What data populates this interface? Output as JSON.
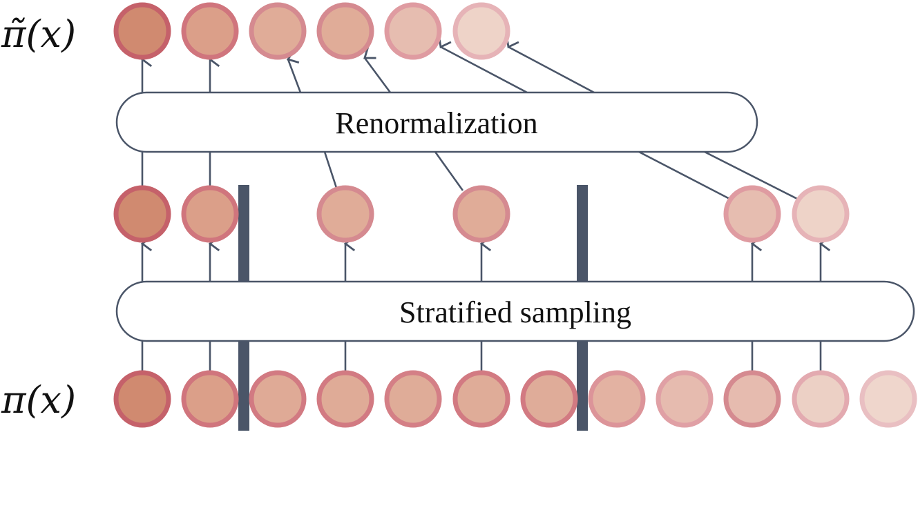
{
  "labels": {
    "top_row": "π̃(x)",
    "bottom_row": "π(x)"
  },
  "boxes": {
    "renormalization": "Renormalization",
    "stratified_sampling": "Stratified sampling"
  },
  "colors": {
    "line": "#4a5568",
    "box_fill": "#ffffff",
    "separator": "#4a5568",
    "bottom_row_fills": [
      "#d08a70",
      "#db9f89",
      "#dfaa96",
      "#dfab97",
      "#dfac98",
      "#dfac98",
      "#dfac99",
      "#e3b2a2",
      "#e6bbaf",
      "#e6bbaf",
      "#ecd0c5",
      "#efd6cc"
    ],
    "bottom_row_strokes": [
      "#c5616a",
      "#d0757d",
      "#d27a82",
      "#d27a82",
      "#d47f86",
      "#d27a82",
      "#d27a82",
      "#dc9499",
      "#e0a0a5",
      "#d58a90",
      "#e3aab0",
      "#e9bfc2"
    ],
    "middle_row_fills": [
      "#d08a70",
      "#db9f89",
      "#e0ac98",
      "#e0ac98",
      "#e6bdb0",
      "#eed3c8"
    ],
    "middle_row_strokes": [
      "#c5616a",
      "#d0757d",
      "#d58a90",
      "#d58a90",
      "#df9ba1",
      "#e6b3b7"
    ],
    "top_row_fills": [
      "#d08a70",
      "#db9f89",
      "#e0ac98",
      "#e0ac98",
      "#e6bdb0",
      "#eed3c8"
    ],
    "top_row_strokes": [
      "#c5616a",
      "#d0757d",
      "#d58a90",
      "#d58a90",
      "#df9ba1",
      "#e6b3b7"
    ]
  }
}
